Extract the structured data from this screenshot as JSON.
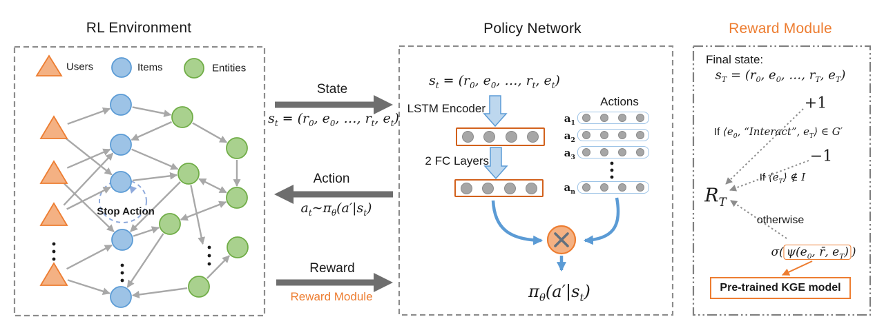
{
  "colors": {
    "accent_orange": "#ED7D31",
    "orange_fill": "#F4B183",
    "blue_stroke": "#5B9BD5",
    "blue_fill": "#9DC3E6",
    "green_stroke": "#70AD47",
    "green_fill": "#A9D18E",
    "arrow_gray": "#6E6E6E",
    "edge_gray": "#A8A8A8"
  },
  "panels": {
    "rl_environment": {
      "title": "RL Environment",
      "legend": {
        "users": "Users",
        "items": "Items",
        "entities": "Entities"
      },
      "stop_action_label": "Stop Action"
    },
    "policy_network": {
      "title": "Policy Network",
      "state_formula_html": "s<sub>t</sub> = (r<sub>0</sub>, e<sub>0</sub>, …, r<sub>t</sub>, e<sub>t</sub>)",
      "lstm_encoder_label": "LSTM Encoder",
      "fc_layers_label": "2 FC Layers",
      "actions_label": "Actions",
      "action_row_labels_html": [
        "a<sub>1</sub>",
        "a<sub>2</sub>",
        "a<sub>3</sub>",
        "a<sub>n</sub>"
      ],
      "output_formula_html": "π<sub>θ</sub>(a′|s<sub>t</sub>)"
    },
    "reward_module": {
      "title": "Reward Module",
      "final_state_label": "Final state:",
      "final_state_formula_html": "s<sub>T</sub> = (r<sub>0</sub>, e<sub>0</sub>, …, r<sub>T</sub>, e<sub>T</sub>)",
      "reward_plus": "+1",
      "reward_minus": "−1",
      "condition_interact_html": "<span class='sf'>If</span> ⟨e<sub>0</sub>, “Interact”, e<sub>T</sub>⟩ ∈ G′",
      "condition_not_item_html": "<span class='sf'>If</span> ⟨e<sub>T</sub>⟩ ∉ I",
      "otherwise_label": "otherwise",
      "final_reward_symbol_html": "R<sub>T</sub>",
      "sigma_prefix": "σ(",
      "psi_formula_html": "ψ(e<sub>0</sub>, r̄, e<sub>T</sub>)",
      "sigma_suffix": ")",
      "kge_label": "Pre-trained KGE model"
    }
  },
  "flows": {
    "state": {
      "label": "State",
      "formula_html": "s<sub>t</sub> = (r<sub>0</sub>, e<sub>0</sub>, …, r<sub>t</sub>, e<sub>t</sub>)"
    },
    "action": {
      "label": "Action",
      "formula_html": "a<sub>t</sub>∼π<sub>θ</sub>(a′|s<sub>t</sub>)"
    },
    "reward": {
      "label": "Reward",
      "target_label": "Reward Module"
    }
  }
}
